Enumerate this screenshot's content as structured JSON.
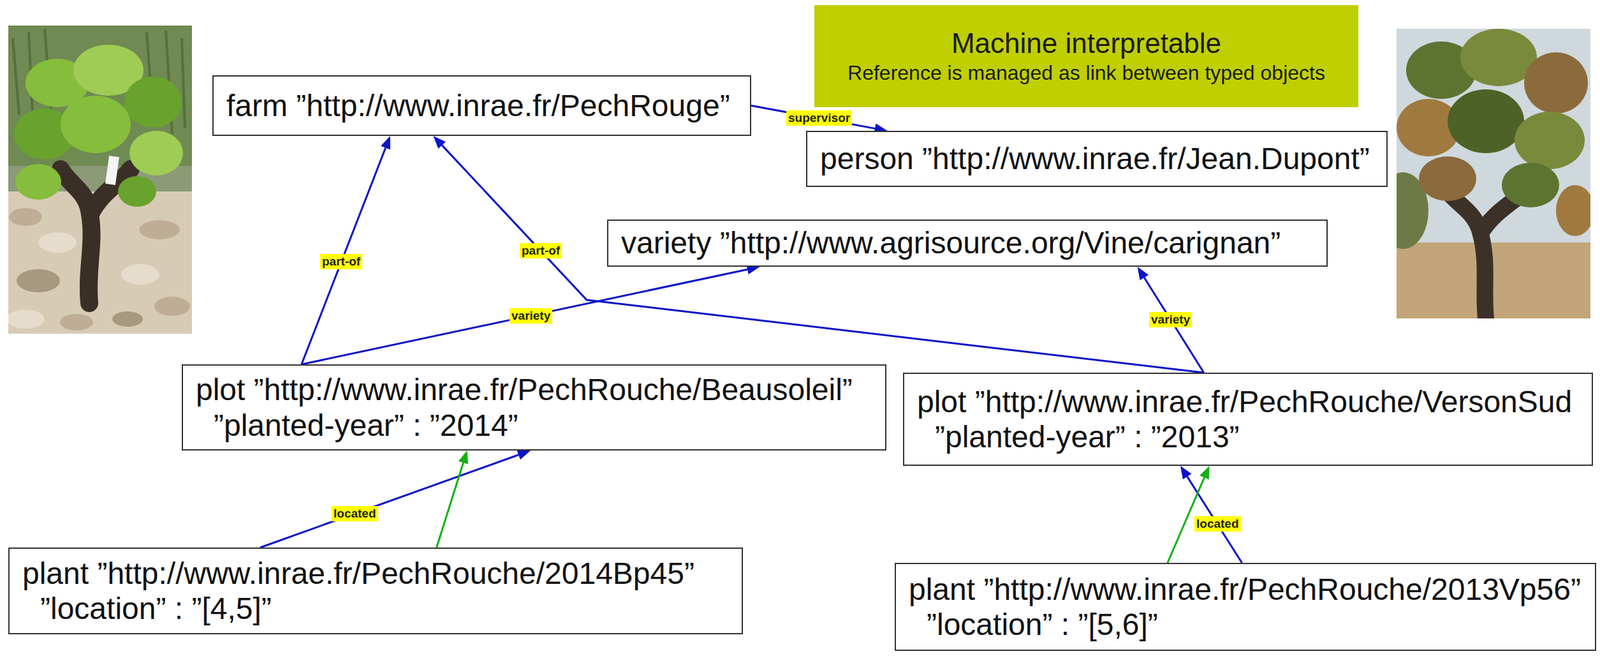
{
  "diagram": {
    "nodes": [
      {
        "text": [
          "Machine interpretable",
          "Reference is managed as link between typed objects"
        ]
      },
      {
        "text": [
          "farm ”http://www.inrae.fr/PechRouge”"
        ]
      },
      {
        "text": [
          "person ”http://www.inrae.fr/Jean.Dupont”"
        ]
      },
      {
        "text": [
          "variety ”http://www.agrisource.org/Vine/carignan”"
        ]
      },
      {
        "text": [
          "plot ”http://www.inrae.fr/PechRouche/Beausoleil”",
          "”planted-year” : ”2014”"
        ]
      },
      {
        "text": [
          "plot ”http://www.inrae.fr/PechRouche/VersonSud",
          "”planted-year” : ”2013”"
        ]
      },
      {
        "text": [
          "plant ”http://www.inrae.fr/PechRouche/2014Bp45”",
          "”location” : ”[4,5]”"
        ]
      },
      {
        "text": [
          "plant ”http://www.inrae.fr/PechRouche/2013Vp56”",
          "”location” : ”[5,6]”"
        ]
      }
    ],
    "edges": [
      {
        "from": 1,
        "to": 2,
        "label": "supervisor",
        "arrow": "to"
      },
      {
        "from": 4,
        "to": 1,
        "label": "part-of",
        "arrow": "to"
      },
      {
        "from": 5,
        "to": 1,
        "label": "part-of",
        "arrow": "to"
      },
      {
        "from": 4,
        "to": 3,
        "label": "variety",
        "arrow": "to"
      },
      {
        "from": 5,
        "to": 3,
        "label": "variety",
        "arrow": "to"
      },
      {
        "from": 6,
        "to": 4,
        "label": "located",
        "arrow": "to"
      },
      {
        "from": 6,
        "to": 4,
        "arrow": "to"
      },
      {
        "from": 7,
        "to": 5,
        "label": "located",
        "arrow": "to"
      },
      {
        "from": 7,
        "to": 5,
        "arrow": "to"
      }
    ]
  }
}
